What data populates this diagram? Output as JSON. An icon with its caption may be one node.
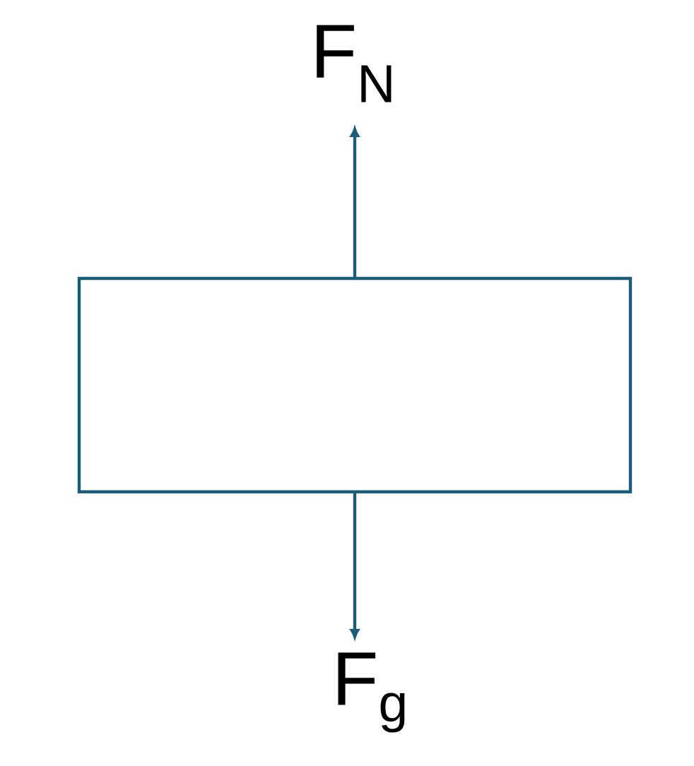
{
  "diagram": {
    "nodes": [
      {
        "text": [],
        "shape": "box"
      }
    ],
    "labels": [
      "F$_{N}$",
      "F$_{g}$"
    ]
  }
}
